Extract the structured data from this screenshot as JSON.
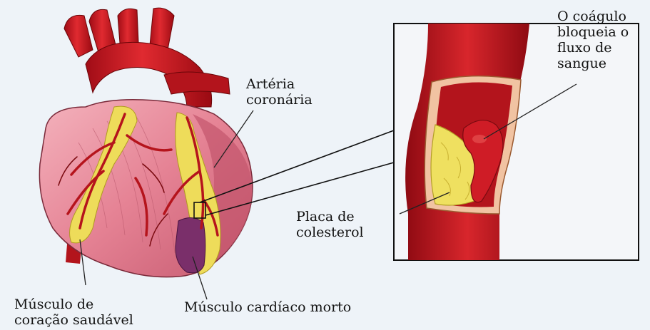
{
  "labels": {
    "coronary_artery": "Artéria\ncoronária",
    "clot": "O coágulo\nbloqueia o\nfluxo de\nsangue",
    "plaque": "Placa de\ncolesterol",
    "healthy_muscle": "Músculo de\ncoração saudável",
    "dead_muscle": "Músculo cardíaco morto"
  },
  "colors": {
    "background": "#eef3f8",
    "artery_red": "#c8141c",
    "heart_pink": "#e98a9a",
    "fat_yellow": "#efe060",
    "dead_purple": "#7a2f6a",
    "outline": "#111111"
  }
}
